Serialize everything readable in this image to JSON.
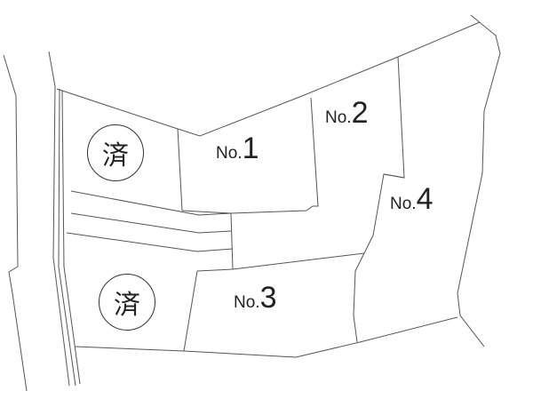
{
  "map": {
    "type": "lot subdivision plan",
    "line_color": "#555555",
    "text_color": "#222222"
  },
  "lots": [
    {
      "id": "lot-1",
      "prefix": "No.",
      "number": "1"
    },
    {
      "id": "lot-2",
      "prefix": "No.",
      "number": "2"
    },
    {
      "id": "lot-3",
      "prefix": "No.",
      "number": "3"
    },
    {
      "id": "lot-4",
      "prefix": "No.",
      "number": "4"
    }
  ],
  "sold_markers": [
    {
      "id": "sold-upper",
      "text": "済"
    },
    {
      "id": "sold-lower",
      "text": "済"
    }
  ]
}
